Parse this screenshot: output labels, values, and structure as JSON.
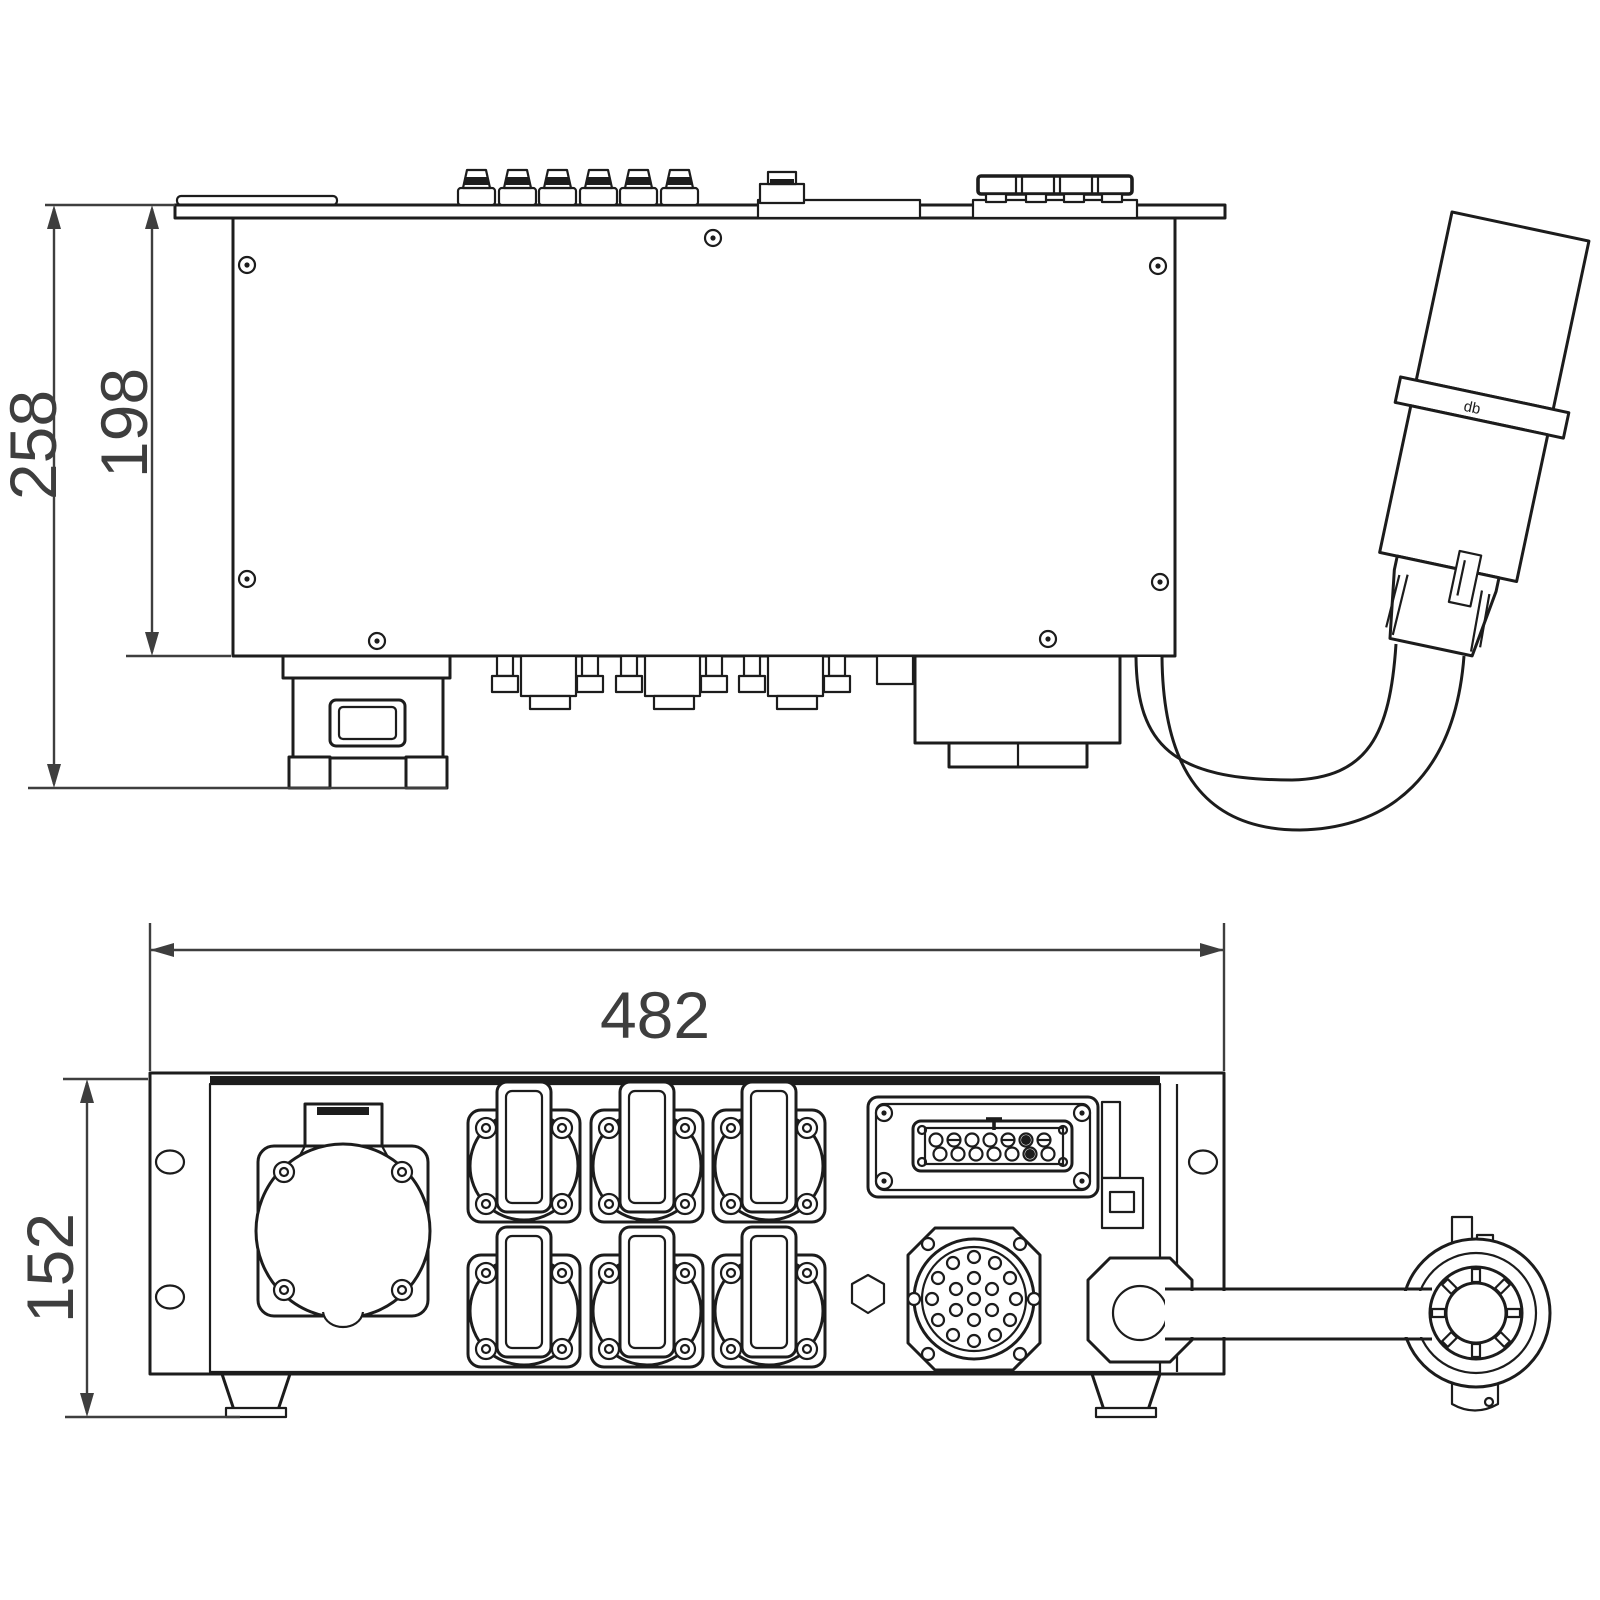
{
  "colors": {
    "background": "#ffffff",
    "line": "#1c1c1c",
    "dimension": "#3e3e3e"
  },
  "side_view": {
    "total_height_mm": "258",
    "body_height_mm": "198",
    "plug_marking": "db"
  },
  "front_view": {
    "width_mm": "482",
    "height_mm": "152"
  }
}
